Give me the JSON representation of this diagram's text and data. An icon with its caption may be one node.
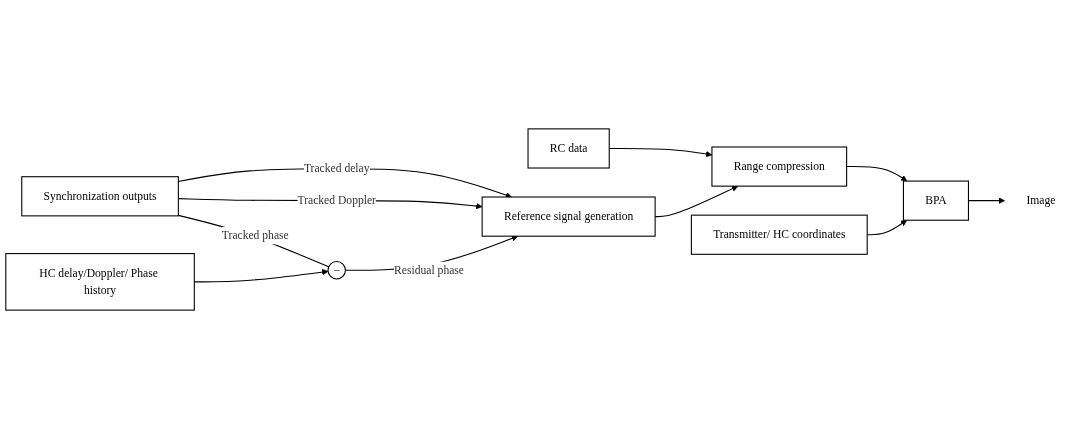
{
  "diagram": {
    "nodes": [
      {
        "text": [
          "RC data"
        ]
      },
      {
        "text": [
          "Synchronization outputs"
        ]
      },
      {
        "text": [
          "Reference signal generation"
        ]
      },
      {
        "text": [
          "Range compression"
        ]
      },
      {
        "text": [
          "BPA"
        ]
      },
      {
        "text": [
          "Image"
        ]
      },
      {
        "text": [
          "−"
        ]
      },
      {
        "text": [
          "HC delay/Doppler/ Phase history"
        ]
      },
      {
        "text": [
          "Transmitter/ HC coordinates"
        ]
      }
    ],
    "edges": [
      {
        "from": 0,
        "to": 3,
        "arrow": "to"
      },
      {
        "from": 1,
        "to": 2,
        "arrow": "to",
        "label": "Tracked delay"
      },
      {
        "from": 1,
        "to": 2,
        "arrow": "to",
        "label": "Tracked Doppler"
      },
      {
        "from": 1,
        "to": 6,
        "arrow": "none",
        "label": "Tracked phase"
      },
      {
        "from": 6,
        "to": 2,
        "arrow": "to",
        "label": "Residual phase"
      },
      {
        "from": 7,
        "to": 6,
        "arrow": "to"
      },
      {
        "from": 2,
        "to": 3,
        "arrow": "to"
      },
      {
        "from": 3,
        "to": 4,
        "arrow": "to"
      },
      {
        "from": 4,
        "to": 5,
        "arrow": "to"
      },
      {
        "from": 8,
        "to": 4,
        "arrow": "to"
      }
    ]
  }
}
